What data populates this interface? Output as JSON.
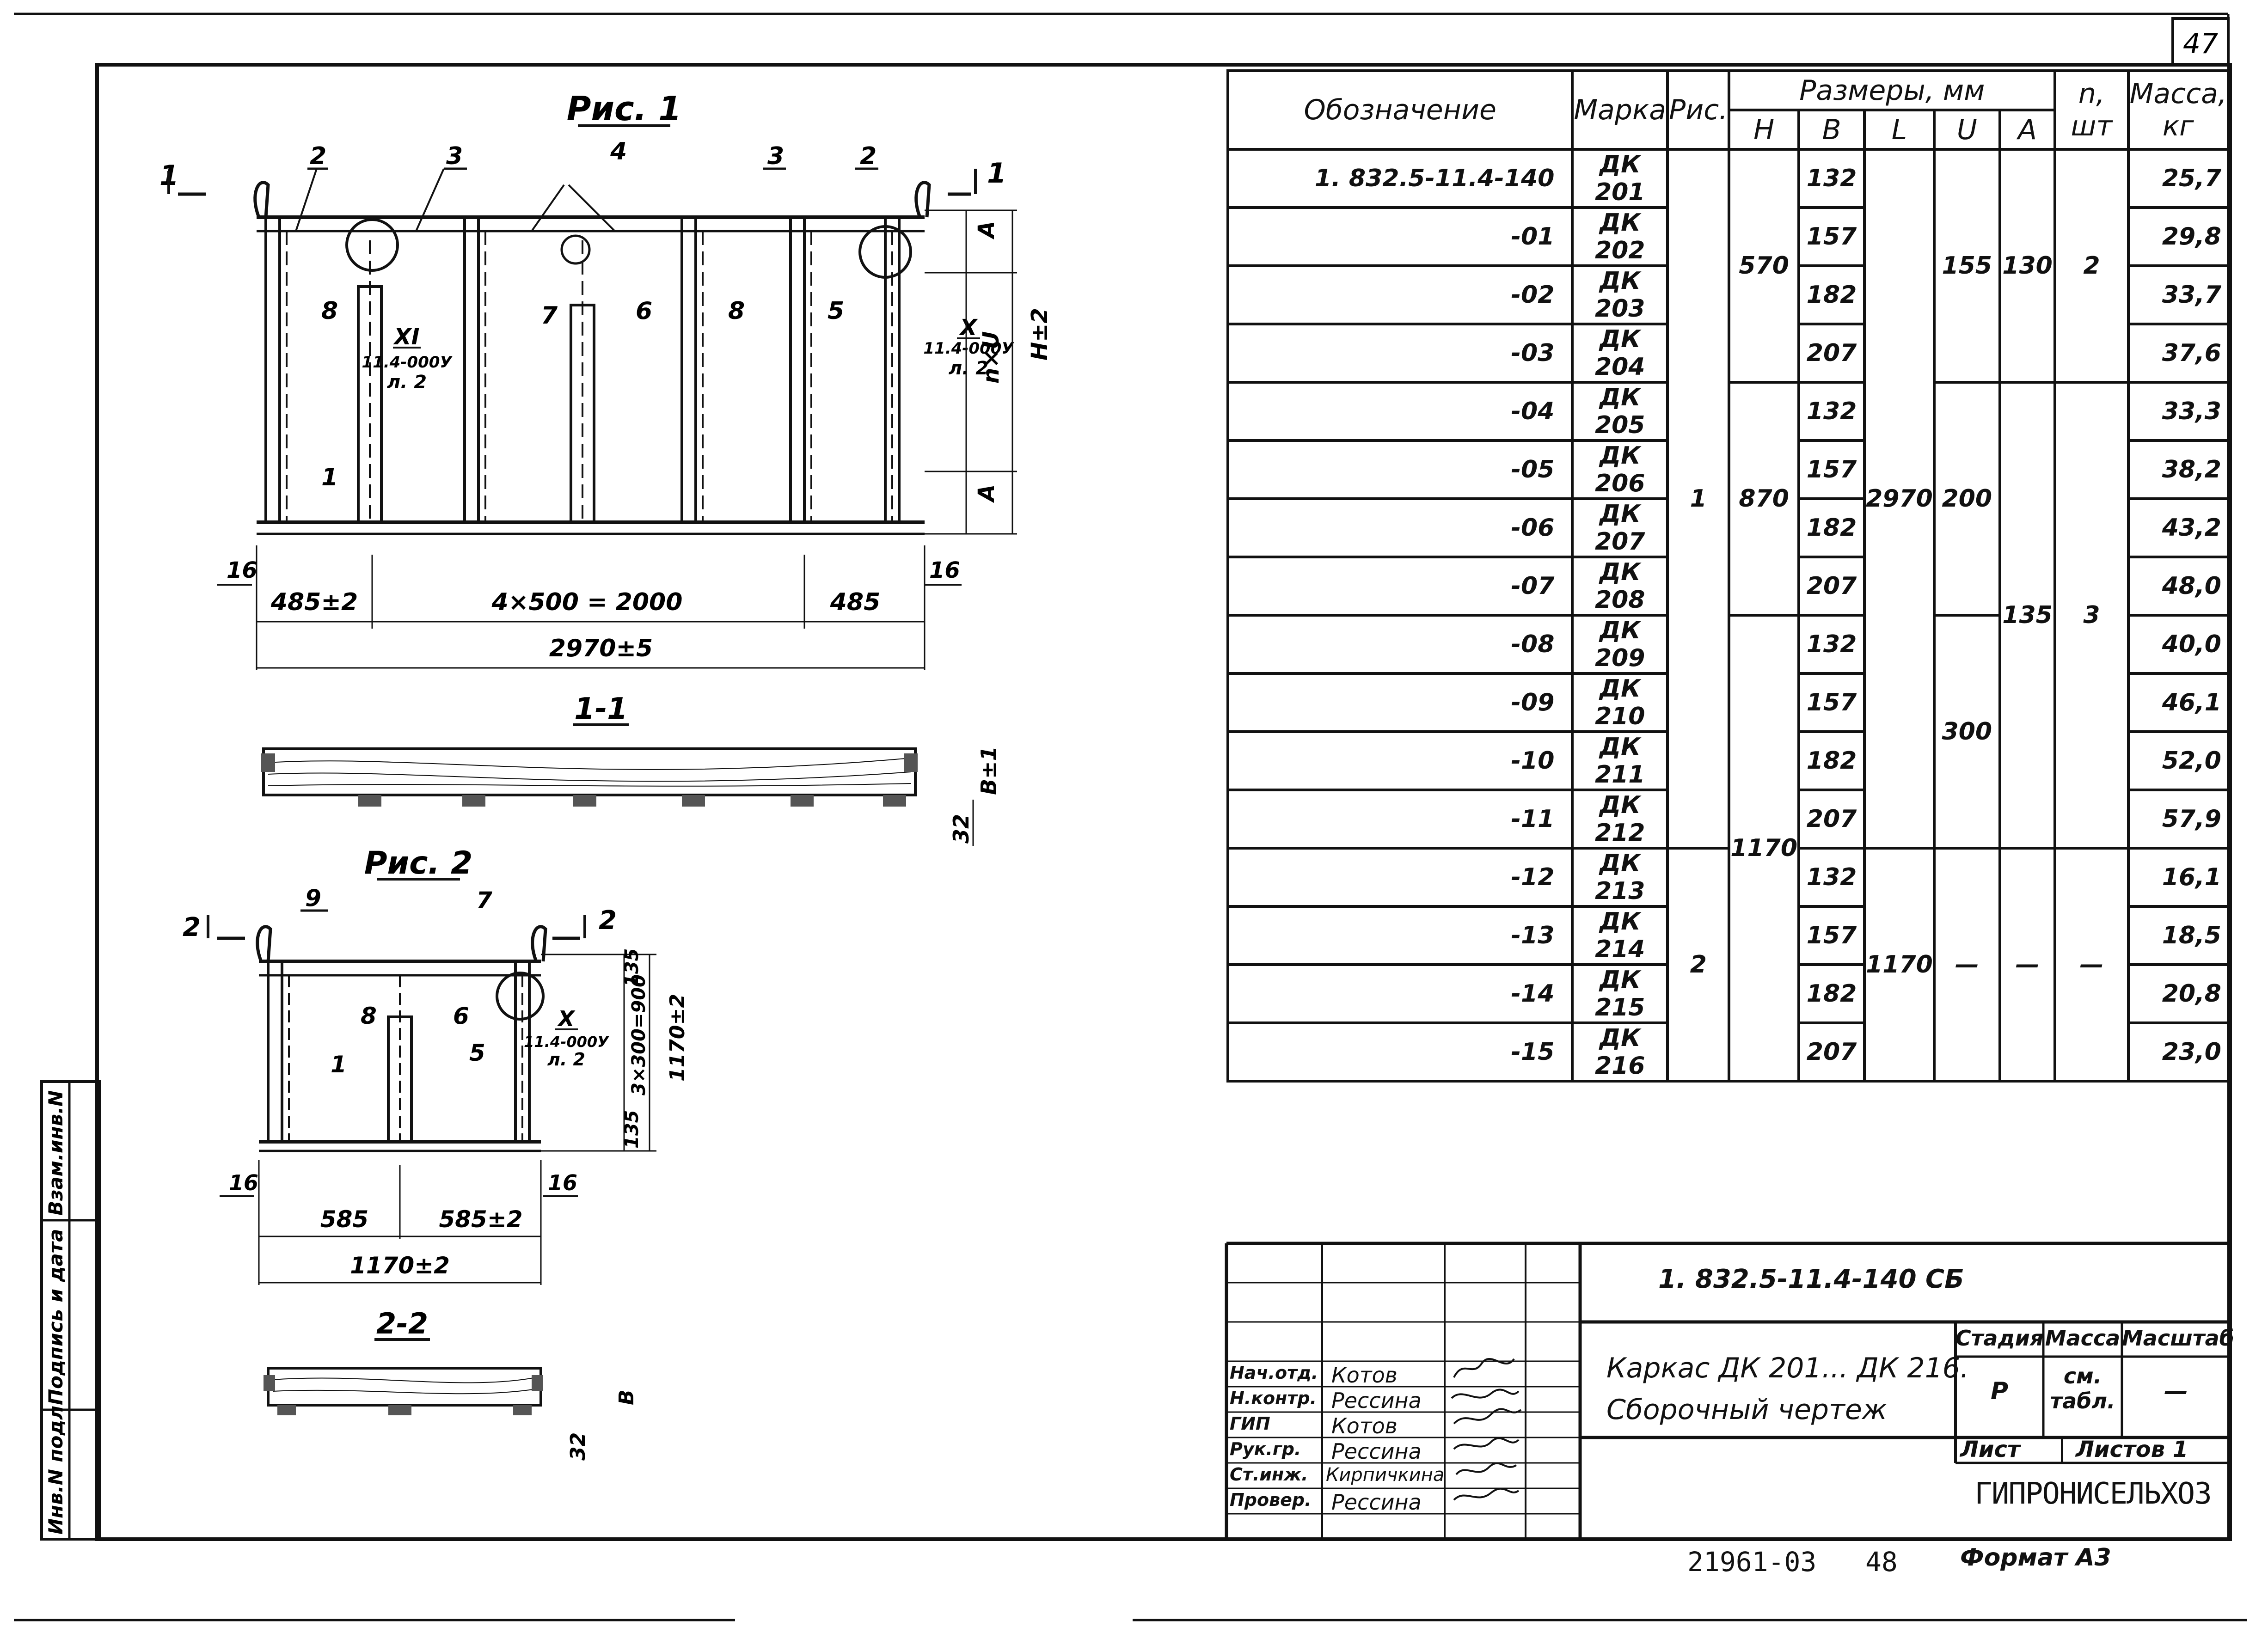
{
  "sheet_number": "47",
  "fig1": {
    "title": "Рис. 1",
    "section_mark": "1",
    "parts": [
      "1",
      "2",
      "3",
      "4",
      "5",
      "6",
      "7",
      "8"
    ],
    "node_xi": "XI",
    "node_x": "X",
    "node_ref": "11.4-000У",
    "node_sheet": "л. 2",
    "dim_a": "А",
    "dim_nu": "n×U",
    "dim_h": "H±2",
    "dim_16": "16",
    "dim_485_2": "485±2",
    "dim_4x500": "4×500 = 2000",
    "dim_485": "485",
    "dim_total": "2970±5"
  },
  "section11": {
    "title": "1-1",
    "dim_b": "B±1",
    "dim_32": "32"
  },
  "fig2": {
    "title": "Рис. 2",
    "section_mark": "2",
    "parts": [
      "1",
      "5",
      "6",
      "7",
      "8",
      "9"
    ],
    "node_x": "X",
    "node_ref": "11.4-000У",
    "node_sheet": "л. 2",
    "dim_135": "135",
    "dim_3x300": "3×300=900",
    "dim_1170_2": "1170±2",
    "dim_16": "16",
    "dim_585": "585",
    "dim_585_2": "585±2",
    "dim_total": "1170±2"
  },
  "section22": {
    "title": "2-2",
    "dim_b": "B",
    "dim_32": "32"
  },
  "side_stamp": [
    "Инв.N подл.",
    "Подпись и дата",
    "Взам.инв.N"
  ],
  "table": {
    "headers": {
      "designation": "Обозначение",
      "mark": "Марка",
      "fig": "Рис.",
      "sizes": "Размеры, мм",
      "h": "H",
      "b": "B",
      "l": "L",
      "u": "U",
      "a": "А",
      "n": "n, шт",
      "mass": "Масса, кг"
    },
    "rows": [
      {
        "des": "1. 832.5-11.4-140",
        "mark": "ДК 201",
        "b": "132",
        "mass": "25,7"
      },
      {
        "des": "-01",
        "mark": "ДК 202",
        "b": "157",
        "mass": "29,8"
      },
      {
        "des": "-02",
        "mark": "ДК 203",
        "b": "182",
        "mass": "33,7"
      },
      {
        "des": "-03",
        "mark": "ДК 204",
        "b": "207",
        "mass": "37,6"
      },
      {
        "des": "-04",
        "mark": "ДК 205",
        "b": "132",
        "mass": "33,3"
      },
      {
        "des": "-05",
        "mark": "ДК 206",
        "b": "157",
        "mass": "38,2"
      },
      {
        "des": "-06",
        "mark": "ДК 207",
        "b": "182",
        "mass": "43,2"
      },
      {
        "des": "-07",
        "mark": "ДК 208",
        "b": "207",
        "mass": "48,0"
      },
      {
        "des": "-08",
        "mark": "ДК 209",
        "b": "132",
        "mass": "40,0"
      },
      {
        "des": "-09",
        "mark": "ДК 210",
        "b": "157",
        "mass": "46,1"
      },
      {
        "des": "-10",
        "mark": "ДК 211",
        "b": "182",
        "mass": "52,0"
      },
      {
        "des": "-11",
        "mark": "ДК 212",
        "b": "207",
        "mass": "57,9"
      },
      {
        "des": "-12",
        "mark": "ДК 213",
        "b": "132",
        "mass": "16,1"
      },
      {
        "des": "-13",
        "mark": "ДК 214",
        "b": "157",
        "mass": "18,5"
      },
      {
        "des": "-14",
        "mark": "ДК 215",
        "b": "182",
        "mass": "20,8"
      },
      {
        "des": "-15",
        "mark": "ДК 216",
        "b": "207",
        "mass": "23,0"
      }
    ],
    "merged": {
      "fig_1": "1",
      "fig_2": "2",
      "h_570": "570",
      "h_870": "870",
      "h_1170": "1170",
      "l_2970": "2970",
      "l_1170": "1170",
      "u_155": "155",
      "u_200": "200",
      "u_300": "300",
      "u_dash": "—",
      "a_130": "130",
      "a_135": "135",
      "a_dash": "—",
      "n_2": "2",
      "n_3": "3",
      "n_dash": "—"
    }
  },
  "title_block": {
    "doc_code": "1. 832.5-11.4-140 СБ",
    "name_line1": "Каркас ДК 201... ДК 216.",
    "name_line2": "Сборочный чертеж",
    "stage_label": "Стадия",
    "mass_label": "Масса",
    "scale_label": "Масштаб",
    "stage_value": "Р",
    "mass_value": "см. табл.",
    "scale_value": "—",
    "sheet_label": "Лист",
    "sheets_label": "Листов 1",
    "org": "ГИПРОНИСЕЛЬХОЗ",
    "people": [
      {
        "role": "Нач.отд.",
        "name": "Котов"
      },
      {
        "role": "Н.контр.",
        "name": "Рессина"
      },
      {
        "role": "ГИП",
        "name": "Котов"
      },
      {
        "role": "Рук.гр.",
        "name": "Рессина"
      },
      {
        "role": "Ст.инж.",
        "name": "Кирпичкина"
      },
      {
        "role": "Провер.",
        "name": "Рессина"
      }
    ]
  },
  "footer": {
    "archive": "21961-03",
    "page": "48",
    "format": "Формат А3"
  }
}
